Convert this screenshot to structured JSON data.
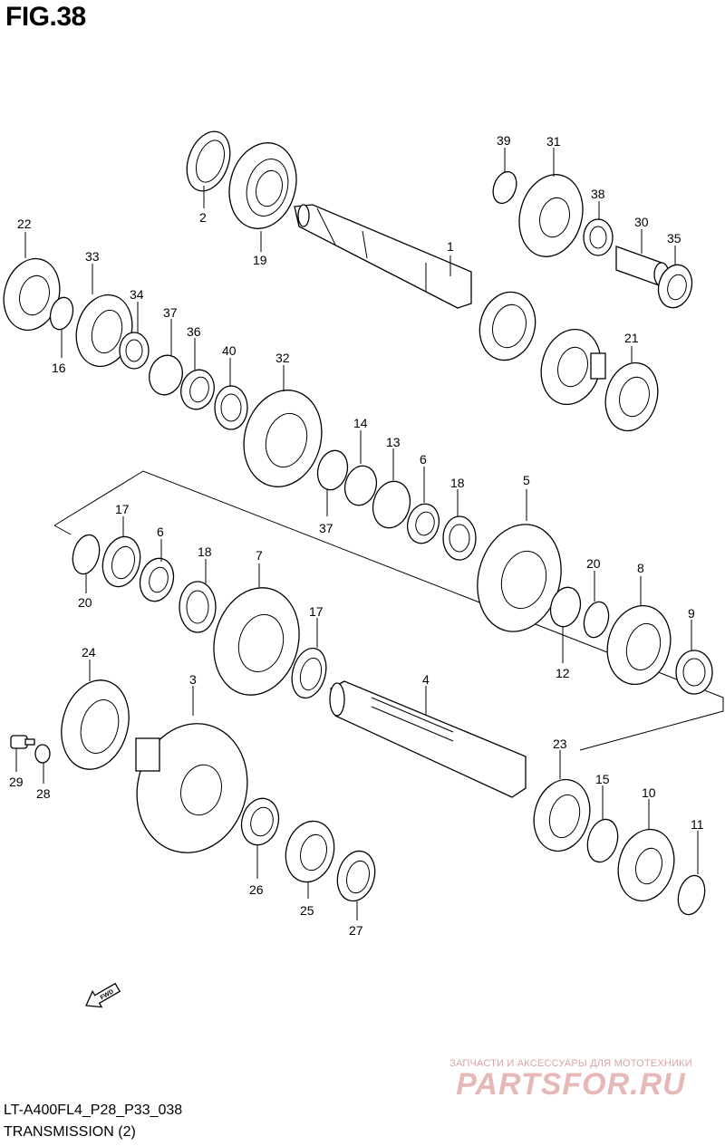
{
  "figure": {
    "title": "FIG.38",
    "code": "LT-A400FL4_P28_P33_038",
    "caption": "TRANSMISSION (2)",
    "fwd_label": "FWD"
  },
  "watermark": {
    "tagline": "ЗАПЧАСТИ И АКСЕССУАРЫ ДЛЯ МОТОТЕХНИКИ",
    "logo": "PARTSFOR.RU"
  },
  "callouts": {
    "n1": "1",
    "n2": "2",
    "n3": "3",
    "n4": "4",
    "n5": "5",
    "n6a": "6",
    "n6b": "6",
    "n7": "7",
    "n8": "8",
    "n9": "9",
    "n10": "10",
    "n11": "11",
    "n12": "12",
    "n13": "13",
    "n14": "14",
    "n15": "15",
    "n16": "16",
    "n17a": "17",
    "n17b": "17",
    "n18a": "18",
    "n18b": "18",
    "n19": "19",
    "n20a": "20",
    "n20b": "20",
    "n21": "21",
    "n22": "22",
    "n23": "23",
    "n24": "24",
    "n25": "25",
    "n26": "26",
    "n27": "27",
    "n28": "28",
    "n29": "29",
    "n30": "30",
    "n31": "31",
    "n32": "32",
    "n33": "33",
    "n34": "34",
    "n35": "35",
    "n36": "36",
    "n37a": "37",
    "n37b": "37",
    "n38": "38",
    "n39": "39",
    "n40": "40"
  }
}
